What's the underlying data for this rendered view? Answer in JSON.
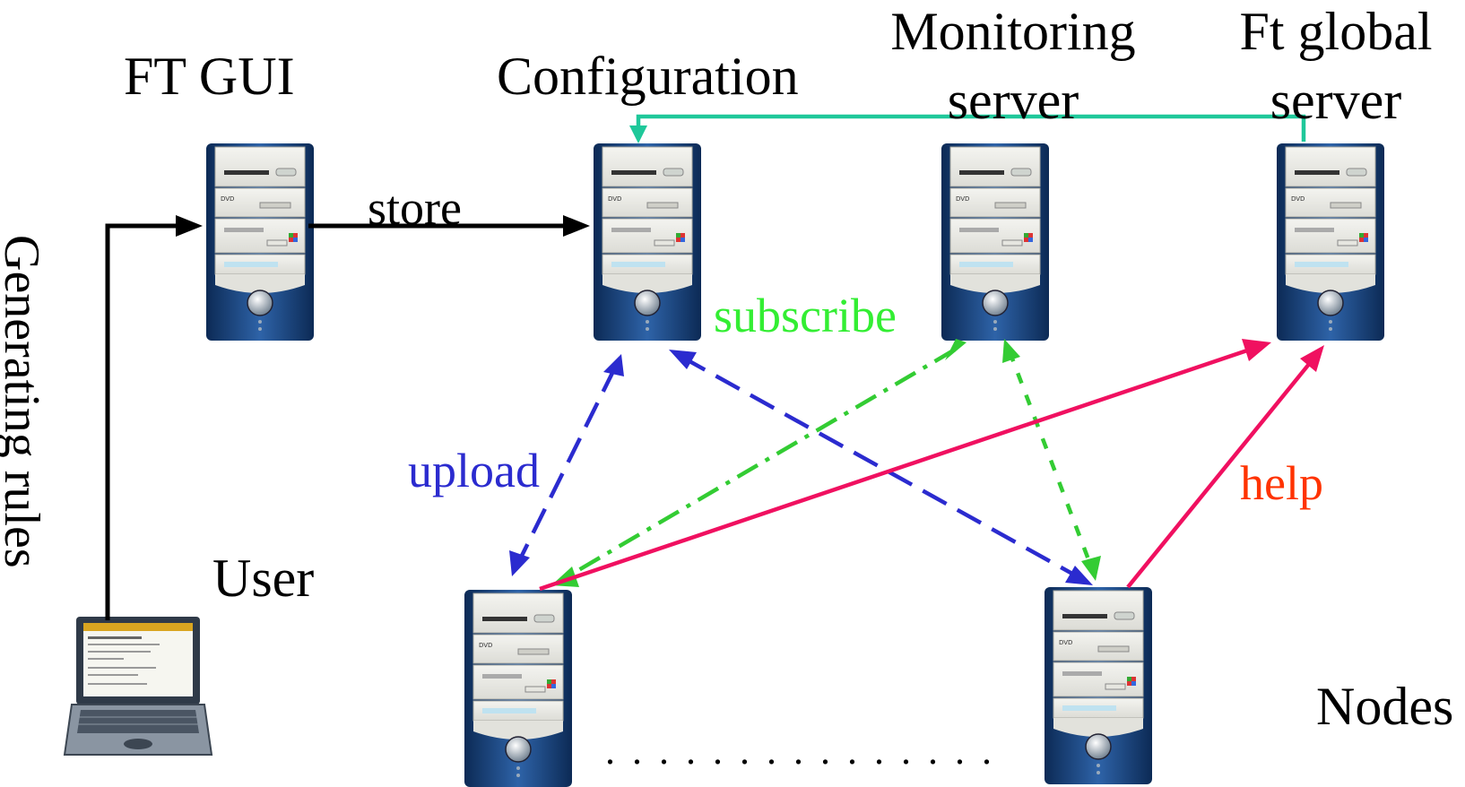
{
  "labels": {
    "ft_gui": "FT GUI",
    "configuration": "Configuration",
    "monitoring_line1": "Monitoring",
    "monitoring_line2": "server",
    "ftglobal_line1": "Ft global",
    "ftglobal_line2": "server",
    "generating_rules": "Generating rules",
    "user": "User",
    "nodes": "Nodes",
    "store": "store",
    "subscribe": "subscribe",
    "upload": "upload",
    "help": "help",
    "ellipsis": ". . . . . . . . . . . . . . ."
  },
  "colors": {
    "text": "#000000",
    "store_arrow": "#000000",
    "teal_arrow": "#1fc89a",
    "subscribe": "#33cc33",
    "upload": "#2b2bcf",
    "help_arrow": "#f01060",
    "help_text": "#ff3300"
  },
  "icons": {
    "server": "server-tower-icon",
    "laptop": "laptop-icon"
  }
}
